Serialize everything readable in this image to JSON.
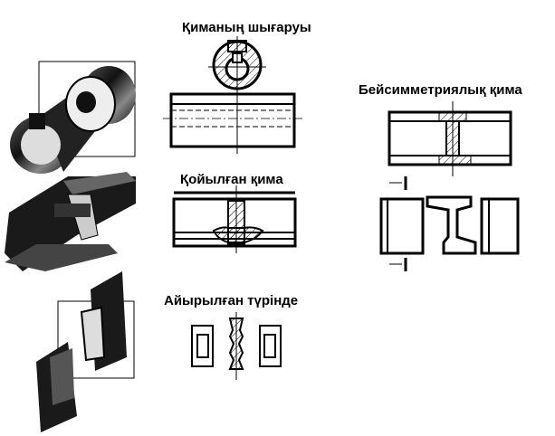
{
  "labels": {
    "section_removed": "Қиманың шығаруы",
    "section_superimposed": "Қойылған қима",
    "section_broken": "Айырылған түрінде",
    "section_asymmetric": "Бейсимметриялық қима"
  },
  "colors": {
    "ink": "#000000",
    "shade": "#1a1a1a",
    "paper": "#ffffff"
  }
}
